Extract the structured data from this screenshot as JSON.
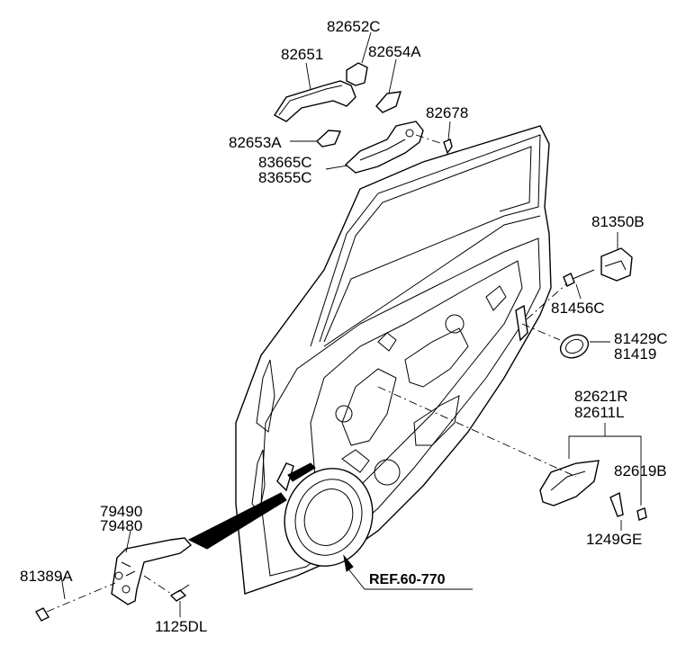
{
  "labels": {
    "p82652C": "82652C",
    "p82651": "82651",
    "p82654A": "82654A",
    "p82678": "82678",
    "p82653A": "82653A",
    "p83665C": "83665C",
    "p83655C": "83655C",
    "p81350B": "81350B",
    "p81456C": "81456C",
    "p81429C": "81429C",
    "p81419": "81419",
    "p82621R": "82621R",
    "p82611L": "82611L",
    "p82619B": "82619B",
    "p1249GE": "1249GE",
    "p79490": "79490",
    "p79480": "79480",
    "p81389A": "81389A",
    "p1125DL": "1125DL",
    "ref": "REF.60-770"
  }
}
